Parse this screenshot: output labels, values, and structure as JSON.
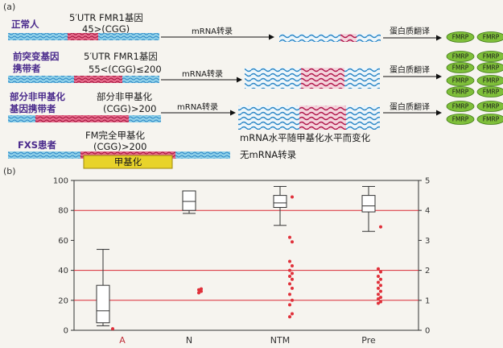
{
  "panel_a": {
    "label": "(a)",
    "rows": [
      {
        "group": "正常人",
        "utr_line1": "5′UTR FMR1基因",
        "utr_line2": "45>(CGG)",
        "arrow": "mRNA转录",
        "translate": "蛋白质翻译"
      },
      {
        "group_line1": "前突变基因",
        "group_line2": "携带者",
        "utr_line1": "5′UTR FMR1基因",
        "utr_line2": "55<(CGG)≤200",
        "arrow": "mRNA转录",
        "translate": "蛋白质翻译"
      },
      {
        "group_line1": "部分非甲基化",
        "group_line2": "基因携带者",
        "utr_line1": "部分非甲基化",
        "utr_line2": "(CGG)>200",
        "arrow": "mRNA转录",
        "note": "mRNA水平随甲基化水平而变化",
        "translate": "蛋白质翻译"
      },
      {
        "group": "FXS患者",
        "utr_line1": "FM完全甲基化",
        "utr_line2": "(CGG)>200",
        "methyl": "甲基化",
        "note": "无mRNA转录"
      }
    ],
    "fmrp": "FMRP"
  },
  "panel_b": {
    "label": "(b)",
    "left_ticks": [
      "0",
      "20",
      "40",
      "60",
      "80",
      "100"
    ],
    "right_ticks": [
      "0",
      "1",
      "2",
      "3",
      "4",
      "5"
    ],
    "categories": [
      "A",
      "N",
      "NTM",
      "Pre"
    ],
    "colors": {
      "box": "#333333",
      "dots": "#e0303a",
      "ref_lines": "#d92a35",
      "cat_A": "#c0303a"
    }
  },
  "chart_data": {
    "type": "box",
    "categories": [
      "A",
      "N",
      "NTM",
      "Pre"
    ],
    "ylim_left": [
      0,
      100
    ],
    "ylim_right": [
      0,
      5
    ],
    "reference_lines_left": [
      20,
      40,
      80
    ],
    "boxes": [
      {
        "category": "A",
        "min": 3,
        "q1": 5,
        "median": 13,
        "q3": 30,
        "max": 54
      },
      {
        "category": "N",
        "min": 78,
        "q1": 80,
        "median": 86,
        "q3": 93,
        "max": 93
      },
      {
        "category": "NTM",
        "min": 70,
        "q1": 82,
        "median": 85,
        "q3": 90,
        "max": 96
      },
      {
        "category": "Pre",
        "min": 66,
        "q1": 79,
        "median": 83,
        "q3": 90,
        "max": 96
      }
    ],
    "dots_right_axis": [
      {
        "category": "A",
        "values": [
          0.05
        ]
      },
      {
        "category": "N",
        "values": [
          1.25,
          1.3,
          1.35,
          1.38
        ]
      },
      {
        "category": "NTM",
        "values": [
          0.45,
          0.55,
          0.85,
          1.0,
          1.2,
          1.4,
          1.55,
          1.7,
          1.8,
          1.9,
          2.0,
          2.15,
          2.3,
          2.95,
          3.1,
          4.45
        ]
      },
      {
        "category": "Pre",
        "values": [
          0.9,
          0.95,
          1.05,
          1.1,
          1.2,
          1.3,
          1.4,
          1.5,
          1.6,
          1.7,
          1.8,
          1.95,
          2.05,
          3.45
        ]
      }
    ]
  }
}
